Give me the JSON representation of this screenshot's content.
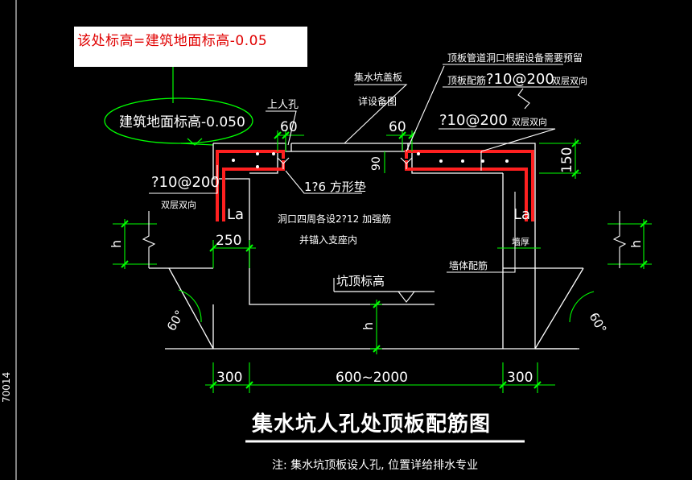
{
  "note_box": {
    "text": "该处标高=建筑地面标高-0.05"
  },
  "labels": {
    "floor_level": "建筑地面标高-0.050",
    "manhole": "上人孔",
    "cover_line1": "集水坑盖板",
    "cover_line2": "详设备图",
    "opening_note_line1": "顶板管道洞口根据设备需要预留",
    "opening_note_line2_prefix": "顶板配筋",
    "opening_note_line2_rebar": "?10@200",
    "opening_note_line2_suffix": "双层双向",
    "dim_60_left": "60",
    "dim_60_right": "60",
    "rebar_right": "?10@200",
    "rebar_right_suffix": "双层双向",
    "dim_90": "90",
    "dim_150": "150",
    "rebar_left": "?10@200",
    "rebar_left_suffix": "双层双向",
    "mortar": "1?6 方形垫",
    "la_left": "La",
    "la_right": "La",
    "edge_rebar_line1": "洞口四周各设2?12 加强筋",
    "edge_rebar_line2": "并锚入支座内",
    "dim_250": "250",
    "wall_thickness": "墙厚",
    "wall_rebar": "墙体配筋",
    "pit_top_level": "坑顶标高",
    "h_left": "h",
    "h_right": "h",
    "h_center": "h",
    "angle_left": "60°",
    "angle_right": "60°",
    "dim_300_left": "300",
    "dim_span": "600~2000",
    "dim_300_right": "300",
    "title": "集水坑人孔处顶板配筋图",
    "footnote": "注: 集水坑顶板设人孔, 位置详给排水专业",
    "side_text": "70014"
  },
  "colors": {
    "background": "#000000",
    "line": "#ffffff",
    "rebar": "#ff2020",
    "dimension": "#00ff00",
    "note_text": "#e00000",
    "leader": "#00ff00"
  }
}
